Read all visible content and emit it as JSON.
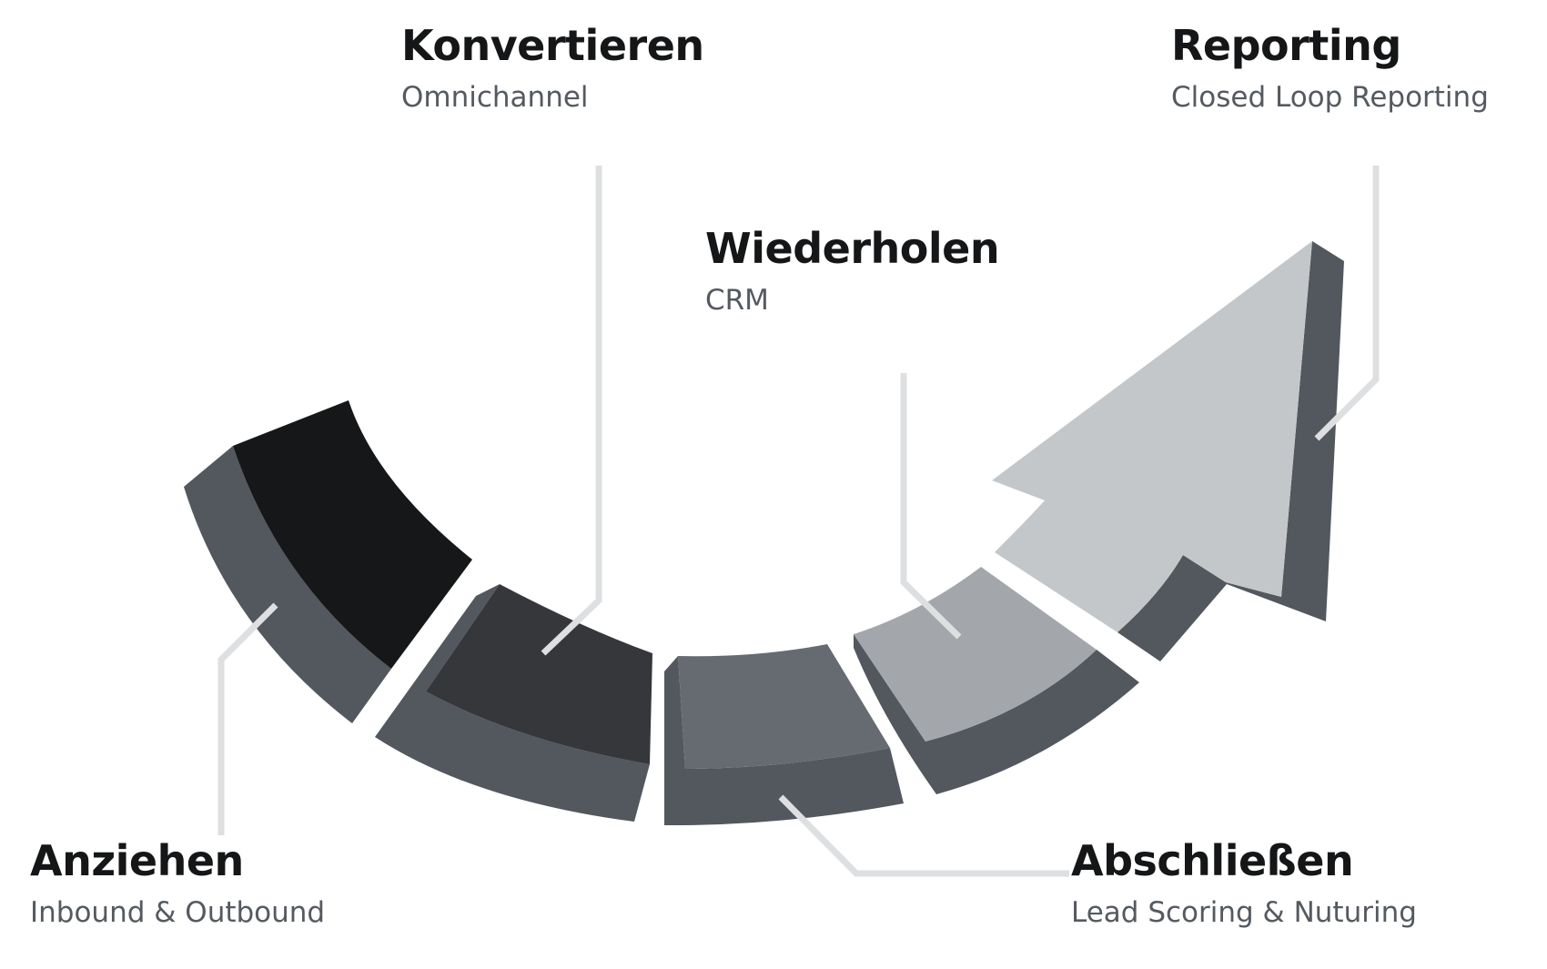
{
  "colors": {
    "segment_1_face": "#161718",
    "segment_2_face": "#35373b",
    "segment_3_face": "#666b72",
    "segment_4_face": "#a3a7ac",
    "arrow_face": "#c4c7c9",
    "side": "#53575e",
    "connector": "#dedfe1",
    "title_text": "#151617",
    "subtitle_text": "#555a60"
  },
  "stages": [
    {
      "id": "anziehen",
      "title": "Anziehen",
      "subtitle": "Inbound & Outbound"
    },
    {
      "id": "konvertieren",
      "title": "Konvertieren",
      "subtitle": "Omnichannel"
    },
    {
      "id": "abschliessen",
      "title": "Abschließen",
      "subtitle": "Lead Scoring & Nuturing"
    },
    {
      "id": "wiederholen",
      "title": "Wiederholen",
      "subtitle": "CRM"
    },
    {
      "id": "reporting",
      "title": "Reporting",
      "subtitle": "Closed Loop Reporting"
    }
  ]
}
